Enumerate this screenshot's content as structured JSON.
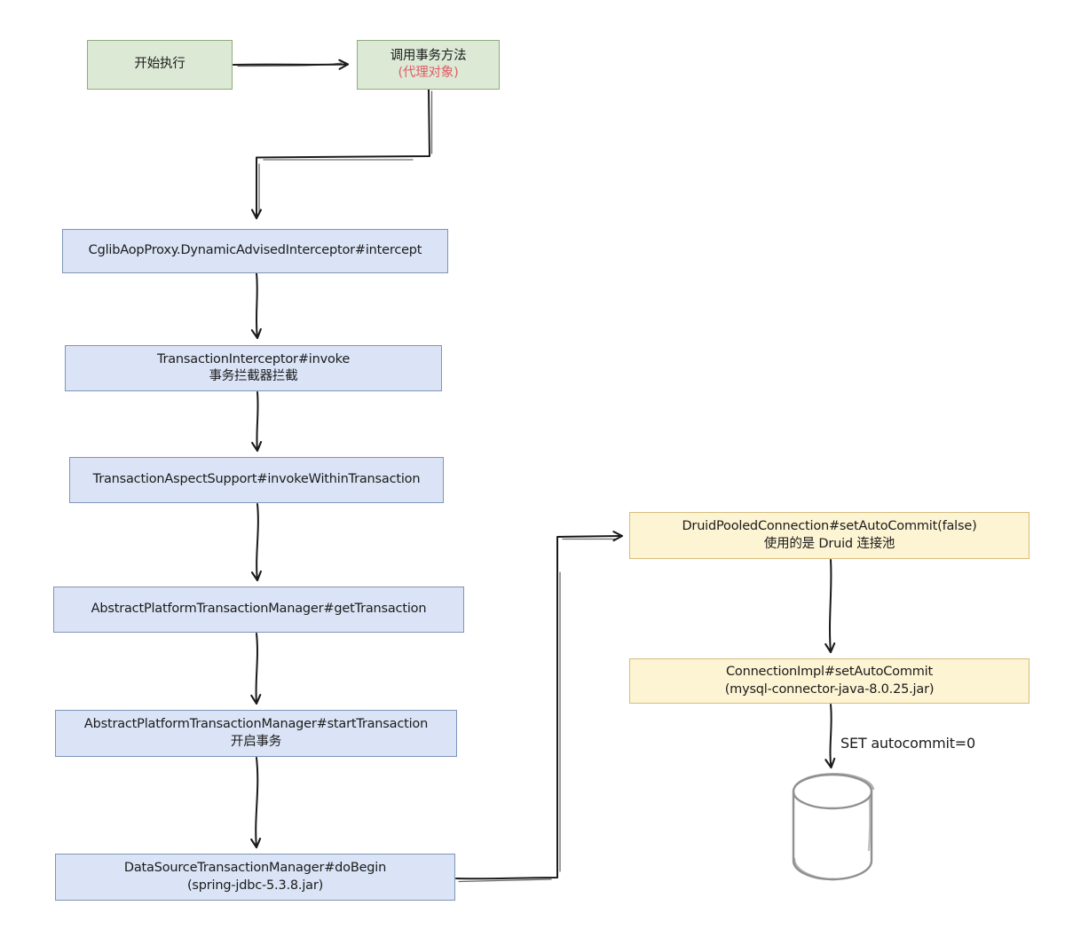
{
  "colors": {
    "background": "#ffffff",
    "green_fill": "#dce9d5",
    "green_border": "#90ab7f",
    "blue_fill": "#dae4f6",
    "blue_border": "#8094b8",
    "yellow_fill": "#fdf4d3",
    "yellow_border": "#d6bc7e",
    "red_text": "#e25b66",
    "arrow": "#1a1a1a",
    "database_stroke": "#909090"
  },
  "nodes": {
    "start": {
      "label": "开始执行"
    },
    "call_method": {
      "line1": "调用事务方法",
      "line2": "(代理对象)"
    },
    "intercept": {
      "line1": "CglibAopProxy.DynamicAdvisedInterceptor#intercept"
    },
    "tx_interceptor": {
      "line1": "TransactionInterceptor#invoke",
      "line2": "事务拦截器拦截"
    },
    "aspect_support": {
      "line1": "TransactionAspectSupport#invokeWithinTransaction"
    },
    "get_transaction": {
      "line1": "AbstractPlatformTransactionManager#getTransaction"
    },
    "start_transaction": {
      "line1": "AbstractPlatformTransactionManager#startTransaction",
      "line2": "开启事务"
    },
    "do_begin": {
      "line1": "DataSourceTransactionManager#doBegin",
      "line2": "(spring-jdbc-5.3.8.jar)"
    },
    "druid_set_autocommit": {
      "line1": "DruidPooledConnection#setAutoCommit(false)",
      "line2": "使用的是 Druid 连接池"
    },
    "conn_impl_set_autocommit": {
      "line1": "ConnectionImpl#setAutoCommit",
      "line2": "(mysql-connector-java-8.0.25.jar)"
    }
  },
  "annotations": {
    "sql_statement": "SET autocommit=0"
  },
  "icons": {
    "database": "database-cylinder"
  }
}
